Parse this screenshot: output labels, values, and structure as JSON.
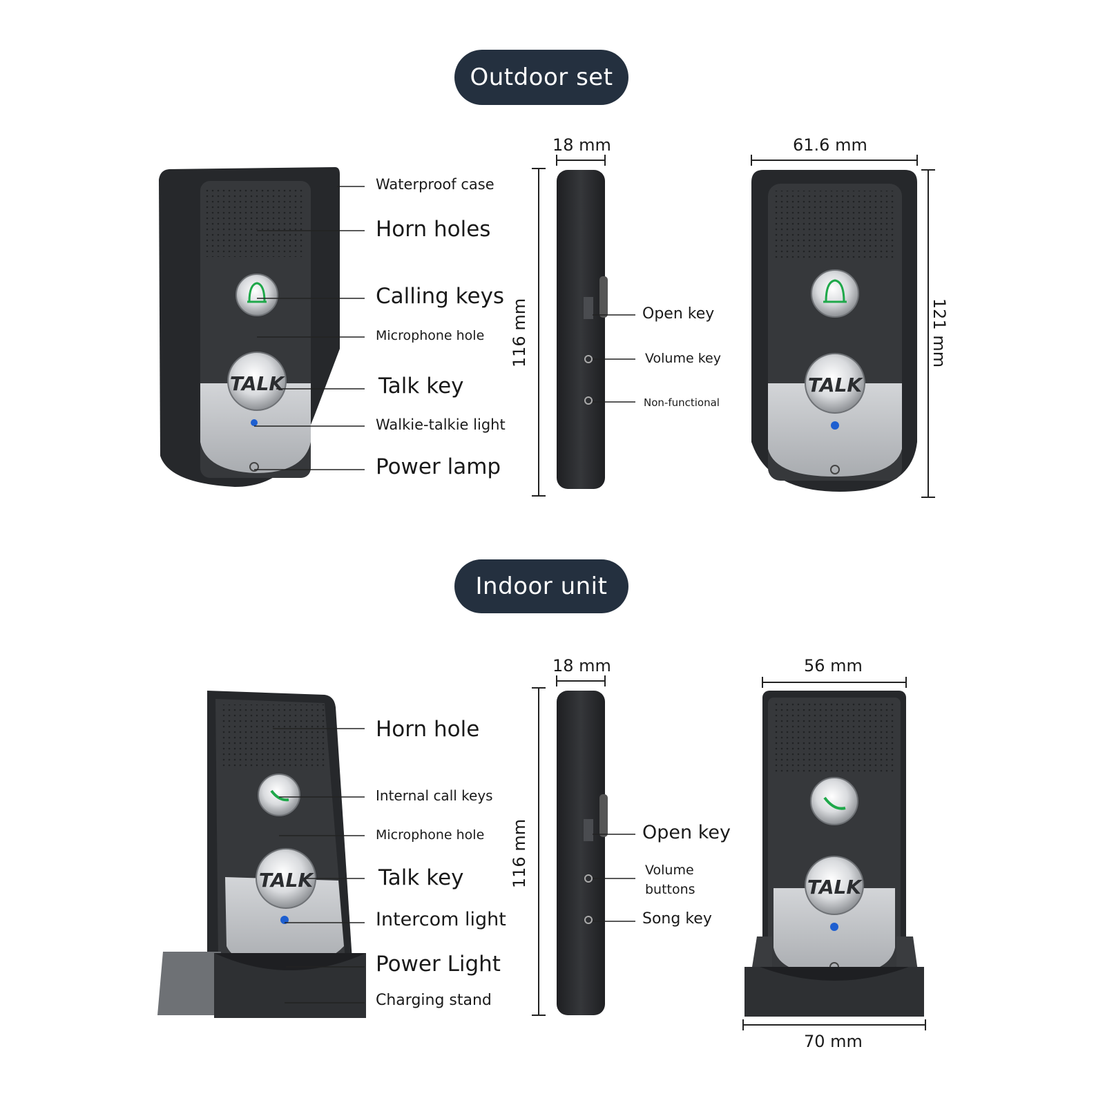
{
  "outdoor": {
    "title": "Outdoor set",
    "labels": {
      "waterproof_case": "Waterproof case",
      "horn_holes": "Horn holes",
      "calling_keys": "Calling keys",
      "microphone_hole": "Microphone hole",
      "talk_key": "Talk key",
      "walkie_talkie_light": "Walkie-talkie light",
      "power_lamp": "Power lamp"
    },
    "side_labels": {
      "open_key": "Open key",
      "volume_key": "Volume key",
      "non_functional": "Non-functional"
    },
    "dims": {
      "depth": "18 mm",
      "height": "116 mm",
      "width": "61.6 mm",
      "front_height": "121 mm"
    }
  },
  "indoor": {
    "title": "Indoor unit",
    "labels": {
      "horn_hole": "Horn hole",
      "internal_call_keys": "Internal call keys",
      "microphone_hole": "Microphone hole",
      "talk_key": "Talk key",
      "intercom_light": "Intercom light",
      "power_light": "Power Light",
      "charging_stand": "Charging stand"
    },
    "side_labels": {
      "open_key": "Open key",
      "volume_buttons": "Volume\nbuttons",
      "song_key": "Song key"
    },
    "dims": {
      "depth": "18 mm",
      "height": "116 mm",
      "width": "56 mm",
      "base_width": "70 mm"
    }
  },
  "button_text": "TALK",
  "colors": {
    "pill": "#24303f",
    "body": "#2b2d30",
    "panel": "#b9bbbe",
    "accent_green": "#1fa84a",
    "led_blue": "#1e5fd0"
  }
}
